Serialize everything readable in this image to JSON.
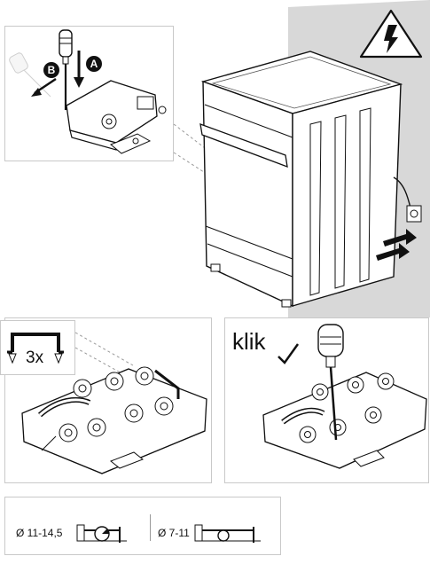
{
  "markers": {
    "a": "A",
    "b": "B"
  },
  "repeat_count": "3x",
  "click_text": "klik",
  "diameters": [
    {
      "label": "Ø 11-14,5"
    },
    {
      "label": "Ø 7-11"
    }
  ]
}
